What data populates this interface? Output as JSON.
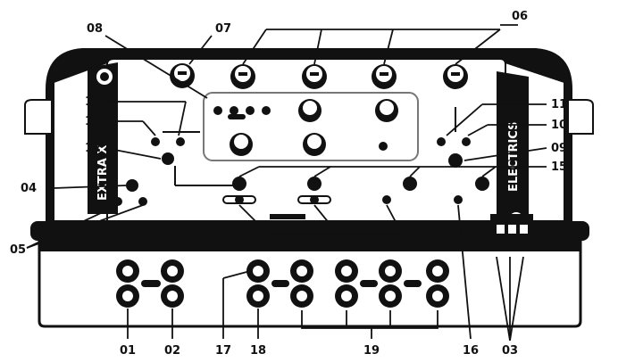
{
  "device": {
    "brand_left": "EXTRA X",
    "brand_right": "ELECTRICS"
  },
  "callouts": {
    "c01": "01",
    "c02": "02",
    "c03": "03",
    "c04": "04",
    "c05": "05",
    "c06": "06",
    "c07": "07",
    "c08": "08",
    "c09": "09",
    "c10": "10",
    "c11": "11",
    "c12": "12",
    "c13": "13",
    "c14": "14",
    "c15": "15",
    "c16": "16",
    "c17": "17",
    "c18": "18",
    "c19": "19"
  },
  "colors": {
    "ink": "#111111",
    "panel": "#ffffff",
    "paper": "#ffffff"
  }
}
